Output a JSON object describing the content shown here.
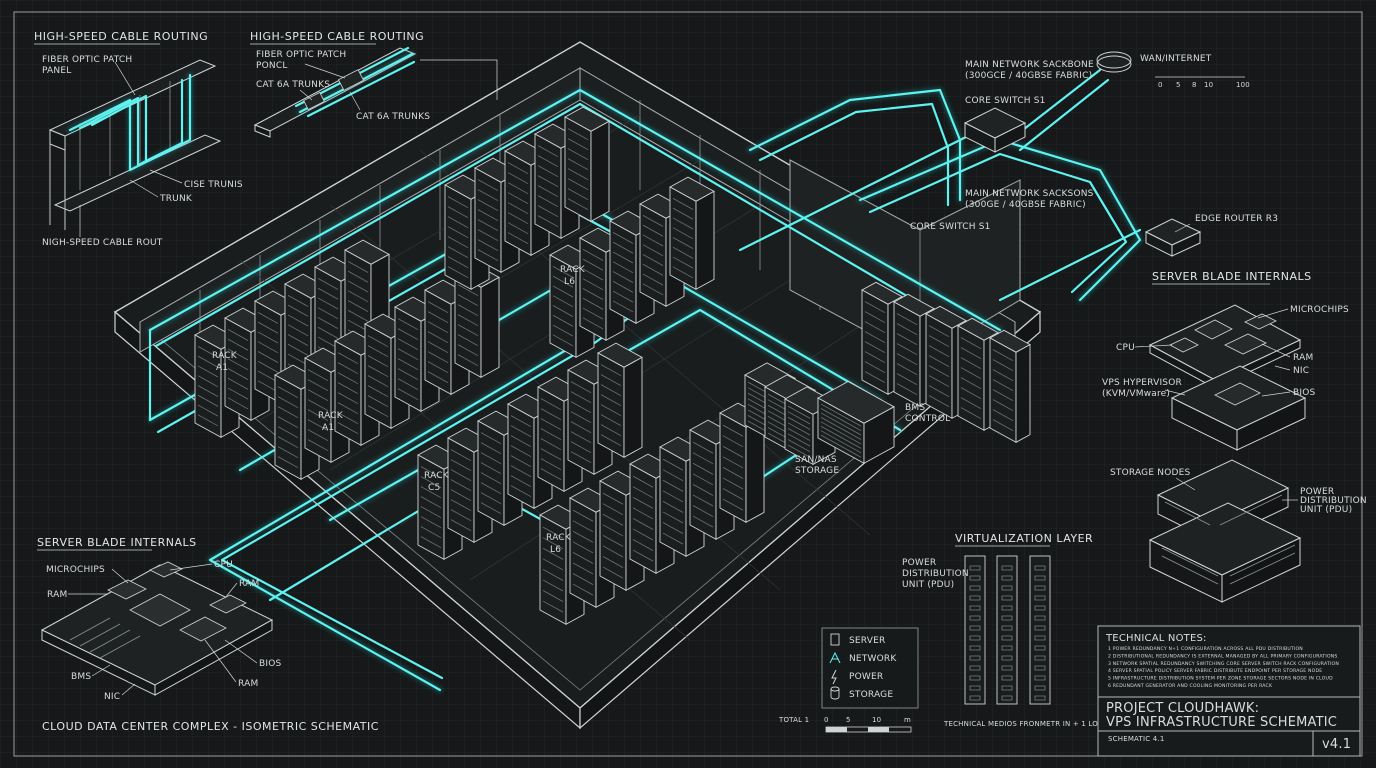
{
  "title_block": {
    "main_title": "PROJECT CLOUDHAWK:",
    "sub_title": "VPS INFRASTRUCTURE SCHEMATIC",
    "version": "v4.1",
    "schematic_ref": "SCHEMATIC 4.1"
  },
  "footer_caption": "CLOUD DATA CENTER COMPLEX - ISOMETRIC SCHEMATIC",
  "technical_notes": {
    "heading": "TECHNICAL NOTES:",
    "lines": [
      "1 POWER REDUNDANCY N+1 CONFIGURATION ACROSS ALL PDU DISTRIBUTION",
      "2 DISTRIBUTIONAL REDUNDANCY IS EXTERNAL MANAGED BY ALL PRIMARY CONFIGURATIONS",
      "3 NETWORK SPATIAL REDUNDANCY SWITCHING CORE SERVER SWITCH RACK CONFIGURATION",
      "4 SERVER SPATIAL POLICY SERVER FABRIC DISTRIBUTE ENDPOINT PER STORAGE NODE",
      "5 INFRASTRUCTURE DISTRIBUTION SYSTEM PER ZONE STORAGE SECTORS NODE IN CLOUD",
      "6 REDUNDANT GENERATOR AND COOLING MONITORING PER RACK"
    ]
  },
  "legend": {
    "items": [
      {
        "icon": "server-icon",
        "label": "SERVER"
      },
      {
        "icon": "network-icon",
        "label": "NETWORK"
      },
      {
        "icon": "power-icon",
        "label": "POWER"
      },
      {
        "icon": "storage-icon",
        "label": "STORAGE"
      }
    ]
  },
  "scale_bar": {
    "left": "TOTAL 1",
    "ticks": [
      "0",
      "5",
      "10"
    ],
    "unit": "m"
  },
  "tech_caption": "TECHNICAL MEDIOS FRONMETR  IN + 1 LO",
  "top_left_detail": {
    "title": "HIGH-SPEED CABLE ROUTING",
    "labels": [
      "FIBER OPTIC PATCH PANEL",
      "CISE TRUNIS",
      "TRUNK",
      "NIGH-SPEED CABLE ROUT"
    ]
  },
  "top_mid_detail": {
    "title": "HIGH-SPEED CABLE ROUTING",
    "labels": [
      "FIBER OPTIC PATCH PONCL",
      "CAT 6A TRUNKS",
      "CAT 6A TRUNKS"
    ]
  },
  "network": {
    "wan": "WAN/INTERNET",
    "wan_scale": [
      "0",
      "5",
      "8",
      "10",
      "100"
    ],
    "backbone_1": [
      "MAIN NETWORK SACKBONE",
      "(300GCE / 40GBSE FABRIC)"
    ],
    "core_switch_1": "CORE SWITCH S1",
    "backbone_2": [
      "MAIN NETWORK SACKSONS",
      "(300GE / 40GBSE FABRIC)"
    ],
    "core_switch_2": "CORE SWITCH S1",
    "edge_router": "EDGE ROUTER R3"
  },
  "right_blade": {
    "title": "SERVER BLADE INTERNALS",
    "labels": [
      "MICROCHIPS",
      "CPU",
      "RAM",
      "NIC",
      "VPS HYPERVISOR",
      "(KVM/VMware)",
      "BIOS"
    ]
  },
  "storage_detail": {
    "storage_nodes": "STORAGE NODES",
    "pdu": [
      "POWER",
      "DISTRIBUTION",
      "UNIT (PDU)"
    ]
  },
  "left_blade": {
    "title": "SERVER BLADE INTERNALS",
    "labels": [
      "MICROCHIPS",
      "CPU",
      "RAM",
      "RAM",
      "BIOS",
      "RAM",
      "BMS",
      "NIC"
    ]
  },
  "virtualization": {
    "title": "VIRTUALIZATION LAYER",
    "pdu": [
      "POWER",
      "DISTRIBUTION",
      "UNIT (PDU)"
    ]
  },
  "racks": {
    "labels": [
      [
        "RACK",
        "A1"
      ],
      [
        "RACK",
        "A1"
      ],
      [
        "RACK",
        "L6"
      ],
      [
        "RACK",
        "C5"
      ],
      [
        "RACK",
        "L6"
      ]
    ]
  },
  "floor_labels": {
    "bms": [
      "BMS",
      "CONTROL"
    ],
    "san": [
      "SAN/NAS",
      "STORAGE"
    ]
  },
  "colors": {
    "background": "#161819",
    "grid": "#232728",
    "line": "#bfc5c6",
    "cyan": "#5ef2f0"
  }
}
